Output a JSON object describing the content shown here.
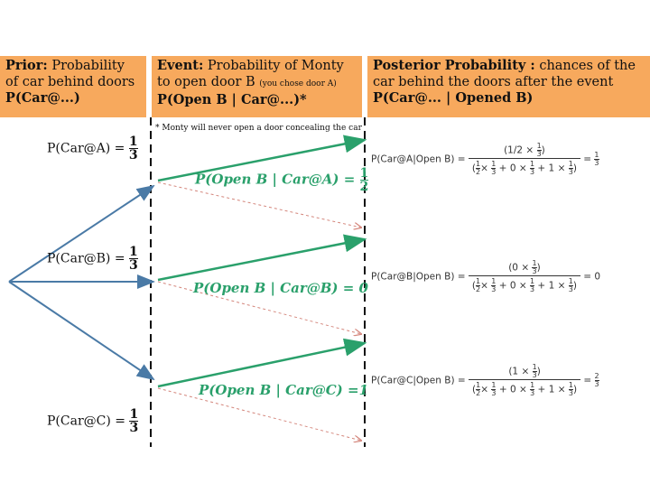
{
  "header": {
    "prior_bold": "Prior:",
    "prior_text": " Probability of car behind doors",
    "prior_formula": "P(Car@...)",
    "event_bold": "Event:",
    "event_text": " Probability of Monty to open door B",
    "event_small": "(you chose door A)",
    "event_formula": "P(Open B | Car@...)*",
    "posterior_bold": "Posterior Probability :",
    "posterior_text": " chances of the car behind the doors after the event",
    "posterior_formula": "P(Car@... | Opened B)"
  },
  "note": "* Monty will never open a door concealing the car",
  "priors": [
    {
      "label": "P(Car@A) =",
      "num": "1",
      "den": "3"
    },
    {
      "label": "P(Car@B) =",
      "num": "1",
      "den": "3"
    },
    {
      "label": "P(Car@C) =",
      "num": "1",
      "den": "3"
    }
  ],
  "likelihoods": [
    {
      "text": "P(Open B | Car@A) =",
      "num": "1",
      "den": "2"
    },
    {
      "text": "P(Open B | Car@B) = 0"
    },
    {
      "text": "P(Open B | Car@C) =1"
    }
  ],
  "posteriors": [
    {
      "lhs": "P(Car@A|Open B) =",
      "numer_coef": "1/2 ×",
      "result_num": "1",
      "result_den": "3"
    },
    {
      "lhs": "P(Car@B|Open B) =",
      "numer_coef": "0 ×",
      "result": "0"
    },
    {
      "lhs": "P(Car@C|Open B) =",
      "numer_coef": "1 ×",
      "result_num": "2",
      "result_den": "3"
    }
  ],
  "colors": {
    "header": "#f7a95d",
    "blue_arrow": "#4a7aa6",
    "green_arrow": "#2aa06b",
    "dashed_arrow": "#d4867c"
  }
}
